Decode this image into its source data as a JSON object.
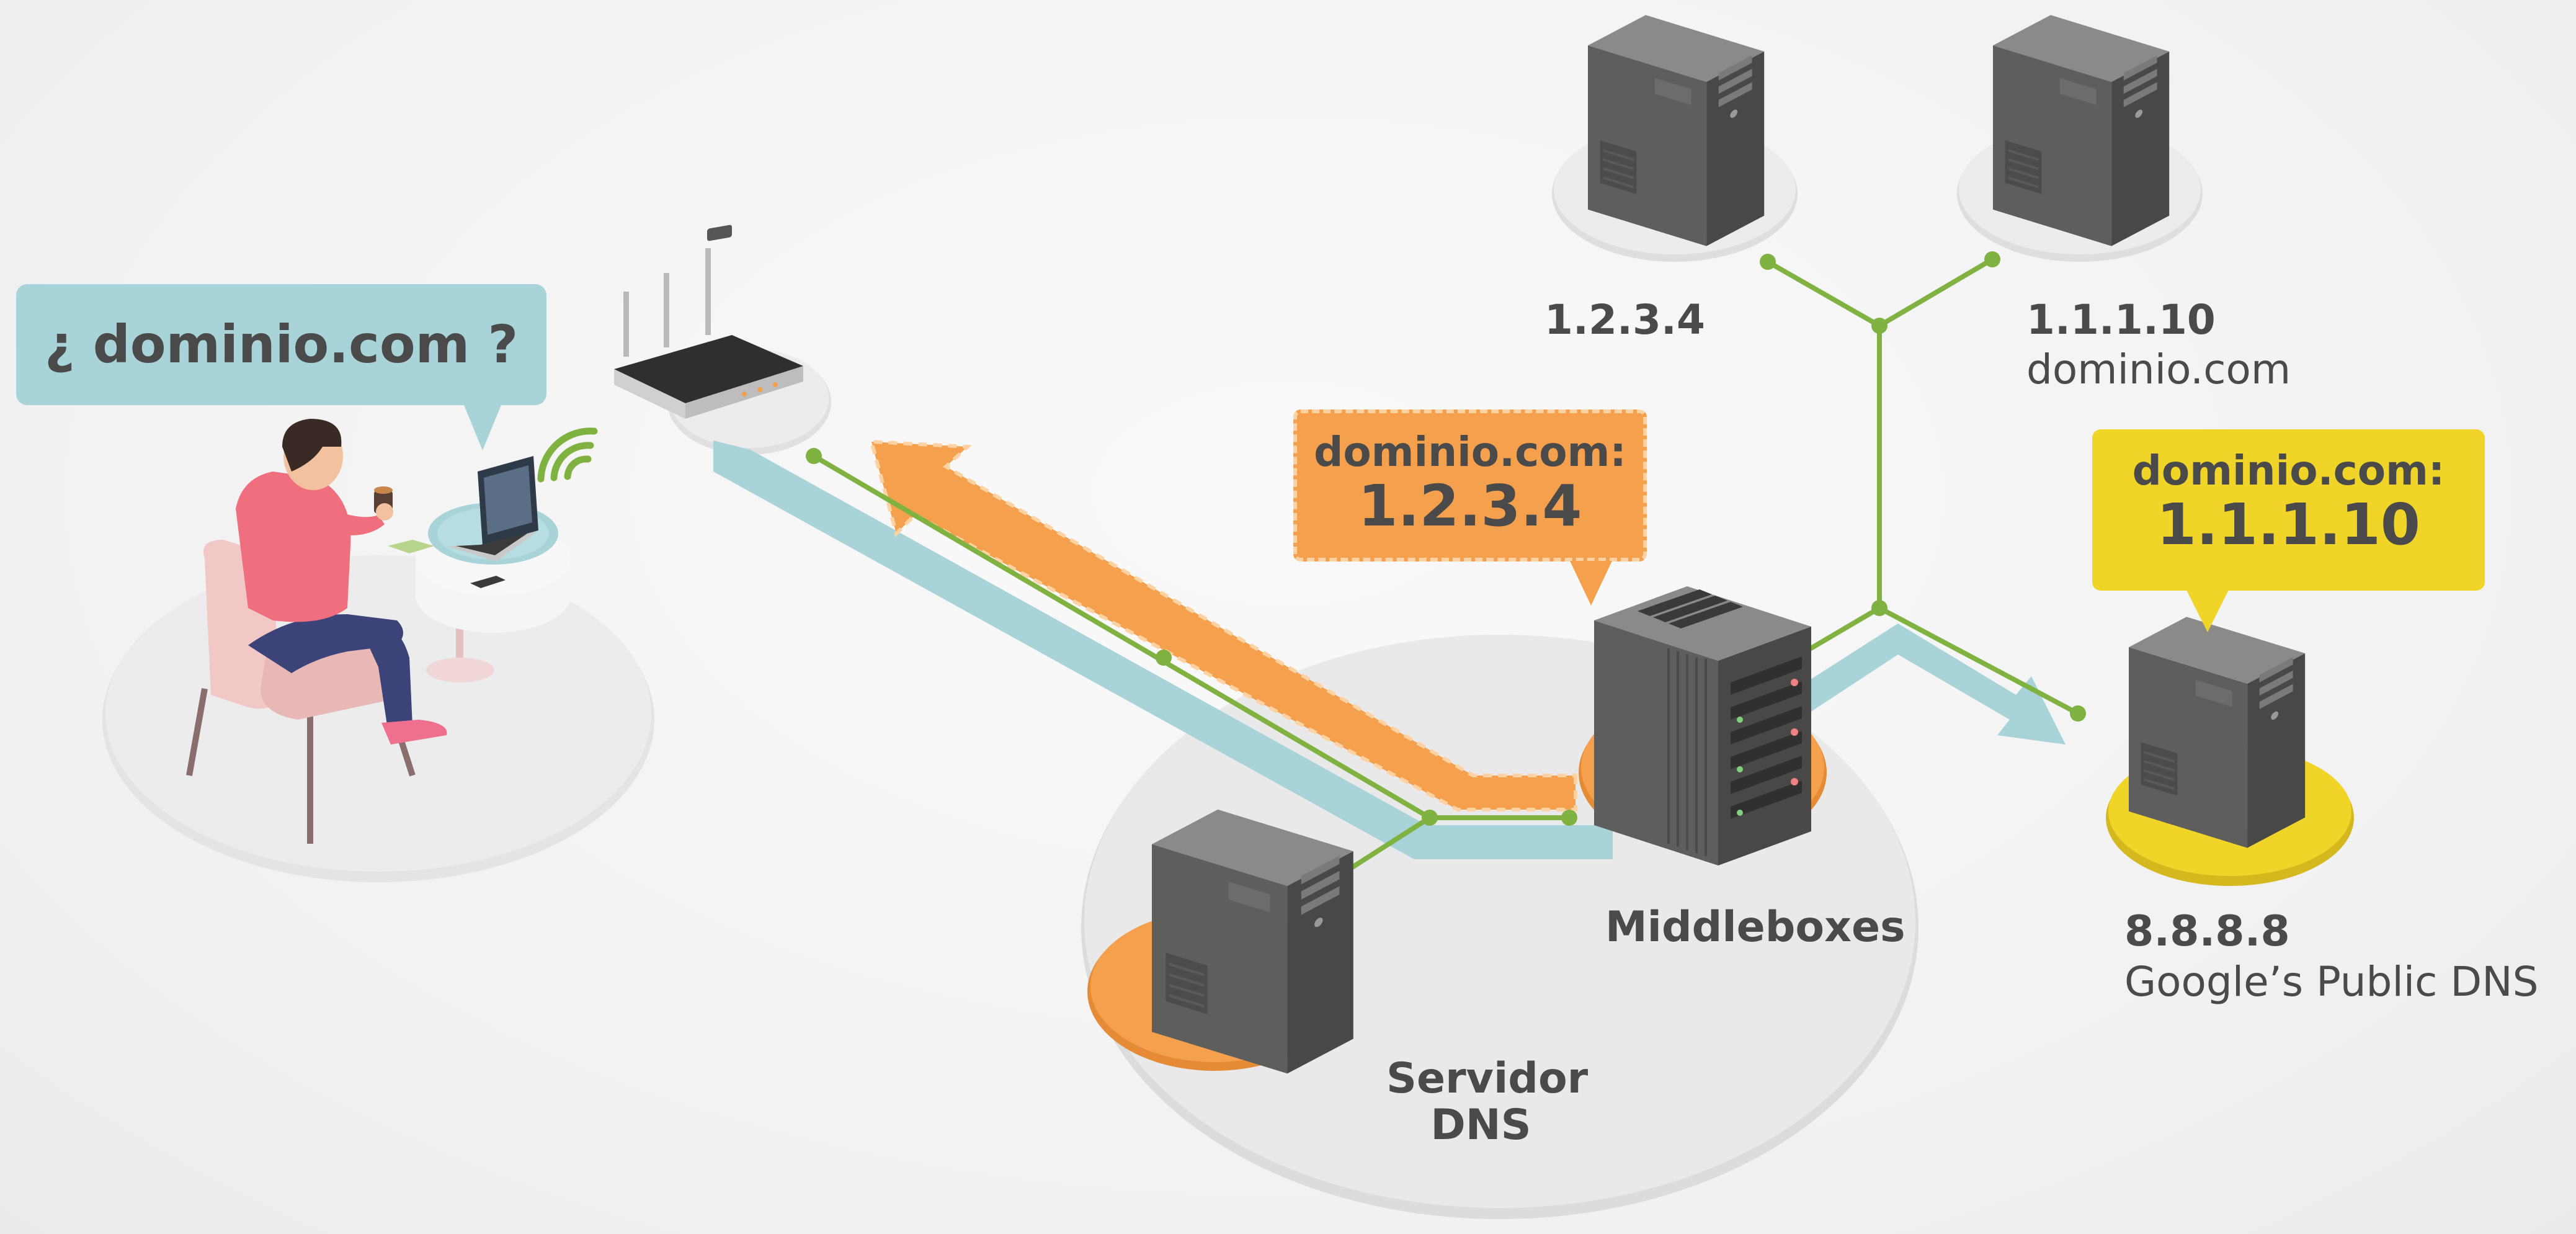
{
  "bubbles": {
    "query": "¿ dominio.com ?",
    "fake_domain": "dominio.com:",
    "fake_ip": "1.2.3.4",
    "real_domain": "dominio.com:",
    "real_ip": "1.1.1.10"
  },
  "labels": {
    "server_a_ip": "1.2.3.4",
    "server_b_ip": "1.1.1.10",
    "server_b_domain": "dominio.com",
    "middleboxes": "Middleboxes",
    "dns_server_line1": "Servidor",
    "dns_server_line2": "DNS",
    "google_ip": "8.8.8.8",
    "google_name": "Google’s Public DNS"
  },
  "colors": {
    "flow": "#a7d3d9",
    "fake_response": "#f5a04c",
    "real_response": "#f0d428",
    "link": "#7fb241",
    "server_body": "#5e5e5c",
    "text": "#4a4a4a"
  },
  "icons": [
    "person-icon",
    "laptop-icon",
    "router-icon",
    "wifi-icon",
    "server-icon",
    "rack-server-icon"
  ]
}
